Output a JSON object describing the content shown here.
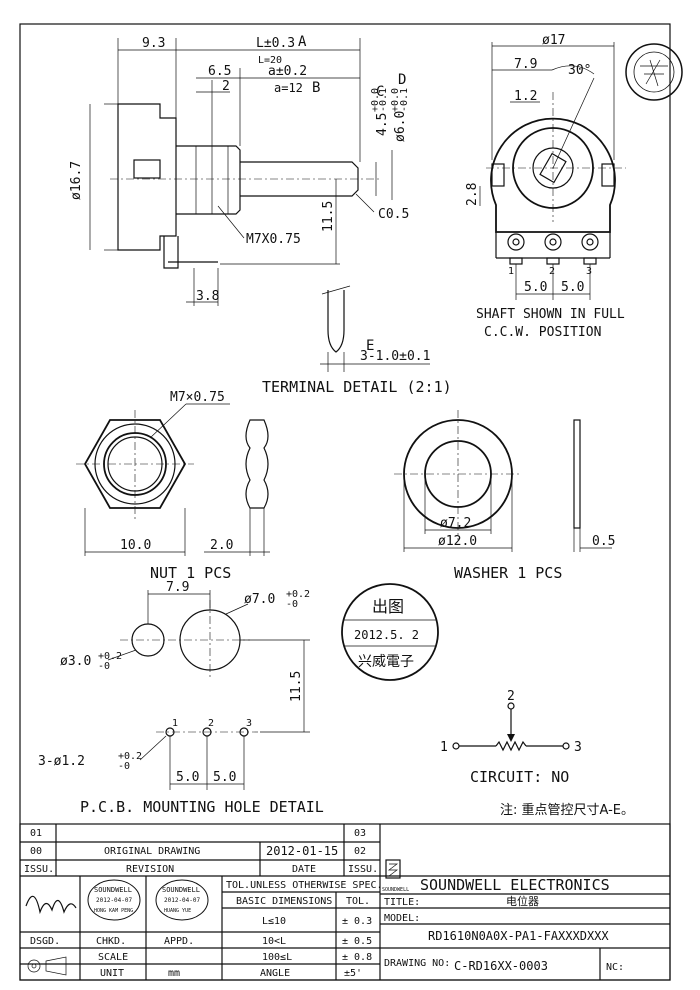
{
  "main_view": {
    "dim_9_3": "9.3",
    "dim_L": "L±0.3",
    "label_A": "A",
    "dim_L20": "L=20",
    "dim_6_5": "6.5",
    "dim_a": "a±0.2",
    "dim_2": "2",
    "dim_a12": "a=12",
    "label_B": "B",
    "label_C": "C",
    "label_D": "D",
    "dim_45": "4.5",
    "tol_45_top": "+0.0",
    "tol_45_bot": "-0.1",
    "dim_60": "ø6.0",
    "tol_60_top": "+0.0",
    "tol_60_bot": "-0.1",
    "dim_16_7": "ø16.7",
    "dim_11_5": "11.5",
    "dim_c05": "C0.5",
    "thread": "M7X0.75",
    "dim_3_8": "3.8"
  },
  "side_view": {
    "dim_17": "ø17",
    "dim_7_9": "7.9",
    "angle_30": "30°",
    "dim_1_2": "1.2",
    "dim_2_8": "2.8",
    "pin_1": "1",
    "pin_2": "2",
    "pin_3": "3",
    "dim_5a": "5.0",
    "dim_5b": "5.0",
    "note_line1": "SHAFT SHOWN IN FULL",
    "note_line2": "C.C.W. POSITION"
  },
  "terminal": {
    "label_E": "E",
    "dim_3_1": "3-1.0±0.1",
    "title": "TERMINAL DETAIL (2:1)"
  },
  "nut": {
    "thread": "M7×0.75",
    "dim_10": "10.0",
    "dim_2": "2.0",
    "title": "NUT 1 PCS"
  },
  "washer": {
    "dim_72": "ø7.2",
    "dim_120": "ø12.0",
    "dim_05": "0.5",
    "title": "WASHER  1 PCS"
  },
  "pcb": {
    "dim_7_9": "7.9",
    "dim_70": "ø7.0",
    "tol_70_top": "+0.2",
    "tol_70_bot": "-0",
    "dim_30": "ø3.0",
    "tol_30_top": "+0.2",
    "tol_30_bot": "-0",
    "dim_11_5": "11.5",
    "dim_12": "3-ø1.2",
    "tol_12_top": "+0.2",
    "tol_12_bot": "-0",
    "pin_1": "1",
    "pin_2": "2",
    "pin_3": "3",
    "dim_5a": "5.0",
    "dim_5b": "5.0",
    "title": "P.C.B. MOUNTING HOLE DETAIL"
  },
  "stamp": {
    "top": "出图",
    "date": "2012.5.  2",
    "bottom": "兴威電子"
  },
  "circuit": {
    "pin_1": "1",
    "pin_2": "2",
    "pin_3": "3",
    "label": "CIRCUIT: NO",
    "note": "注: 重点管控尺寸A-E。"
  },
  "title_block": {
    "rev_01": "01",
    "rev_00": "00",
    "issu_label": "ISSU.",
    "original_drawing": "ORIGINAL  DRAWING",
    "date_value": "2012-01-15",
    "revision": "REVISION",
    "date_label": "DATE",
    "issu_03": "03",
    "issu_02": "02",
    "issu_label2": "ISSU.",
    "company": "SOUNDWELL  ELECTRONICS",
    "logo_text": "SOUNDWELL",
    "tol_header": "TOL.UNLESS OTHERWISE SPEC.",
    "basic_dims": "BASIC DIMENSIONS",
    "tol": "TOL.",
    "row1_dim": "L≤10",
    "row1_tol": "± 0.3",
    "row2_dim": "10<L",
    "row2_tol": "± 0.5",
    "row3_dim": "100≤L",
    "row3_tol": "± 0.8",
    "angle": "ANGLE",
    "angle_tol": "±5'",
    "title_label": "TITLE:",
    "title_value": "电位器",
    "model_label": "MODEL:",
    "model_value": "RD1610N0A0X-PA1-FAXXXDXXX",
    "drawing_no_label": "DRAWING NO:",
    "drawing_no": "C-RD16XX-0003",
    "nc_label": "NC:",
    "dsgd": "DSGD.",
    "chkd": "CHKD.",
    "appd": "APPD.",
    "scale": "SCALE",
    "unit": "UNIT",
    "unit_value": "mm",
    "stamp_small_1_top": "SOUNDWELL",
    "stamp_small_1_date": "2012-04-07",
    "stamp_small_1_bot": "HONG KAM PENG",
    "stamp_small_2_top": "SOUNDWELL",
    "stamp_small_2_date": "2012-04-07",
    "stamp_small_2_bot": "HUANG YUE"
  }
}
